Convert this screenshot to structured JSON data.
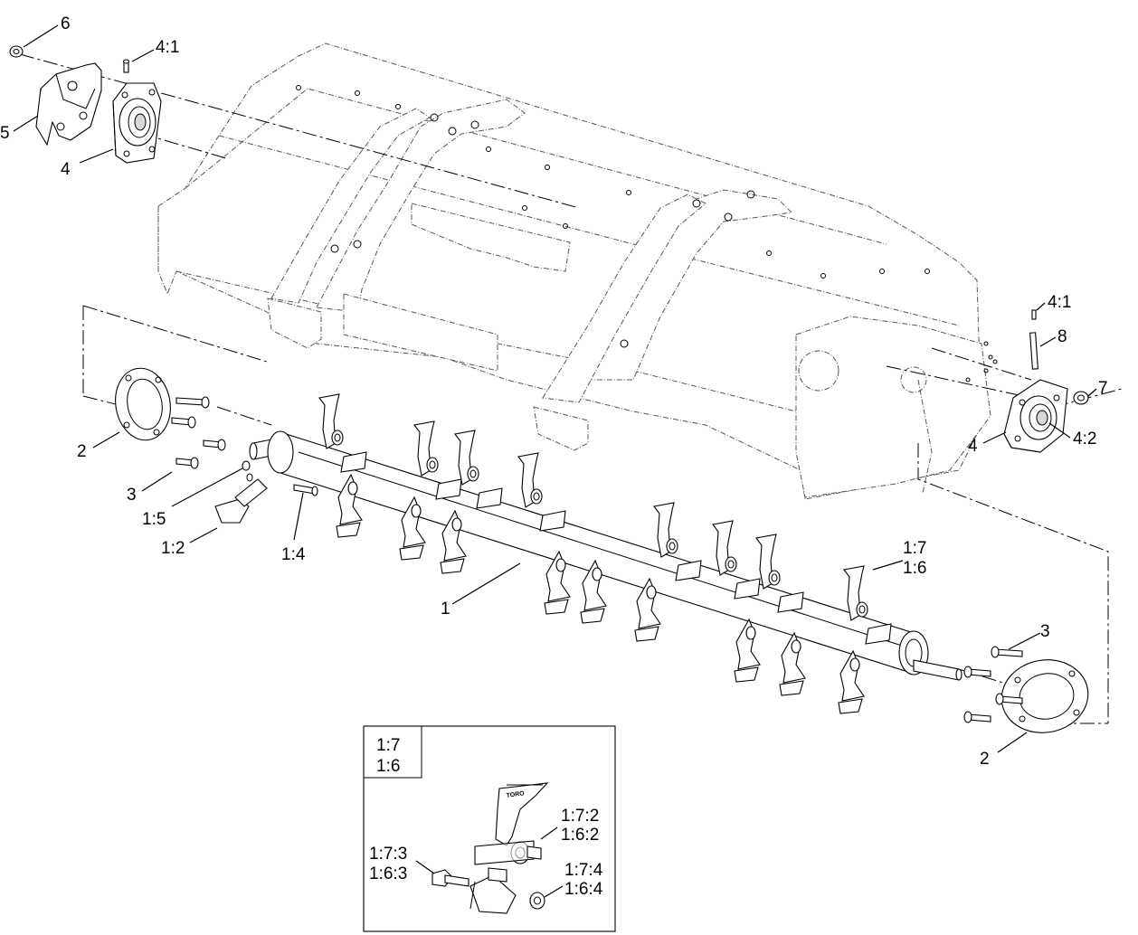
{
  "callouts": {
    "c6": "6",
    "c4_1_top": "4:1",
    "c5": "5",
    "c4_top": "4",
    "c4_1_right": "4:1",
    "c8": "8",
    "c7": "7",
    "c4_right": "4",
    "c4_2": "4:2",
    "c2_left": "2",
    "c3_left": "3",
    "c1_5": "1:5",
    "c1_2": "1:2",
    "c1_4": "1:4",
    "c1": "1",
    "c1_7": "1:7",
    "c1_6": "1:6",
    "c3_right": "3",
    "c2_right": "2"
  },
  "detail": {
    "header_line1": "1:7",
    "header_line2": "1:6",
    "c1_7_2": "1:7:2",
    "c1_6_2": "1:6:2",
    "c1_7_3": "1:7:3",
    "c1_6_3": "1:6:3",
    "c1_7_4": "1:7:4",
    "c1_6_4": "1:6:4"
  },
  "flail_label": "TORO"
}
